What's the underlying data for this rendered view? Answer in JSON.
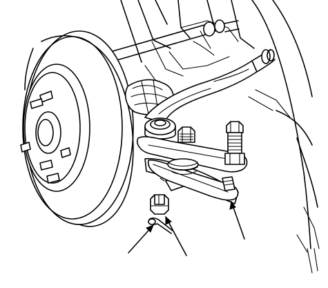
{
  "figure": {
    "subject": "steering-knuckle-ball-joint-removal",
    "background": "#ffffff",
    "ink": "#000000",
    "callouts": [
      {
        "id": "cotter-pin",
        "text": ""
      },
      {
        "id": "castle-nut",
        "text": ""
      },
      {
        "id": "ball-joint-remover",
        "text": ""
      }
    ],
    "icons": [
      "wheel-hub",
      "brake-disc",
      "drive-shaft-boot",
      "lower-control-arm",
      "ball-joint-remover",
      "castle-nut",
      "cotter-pin"
    ]
  }
}
